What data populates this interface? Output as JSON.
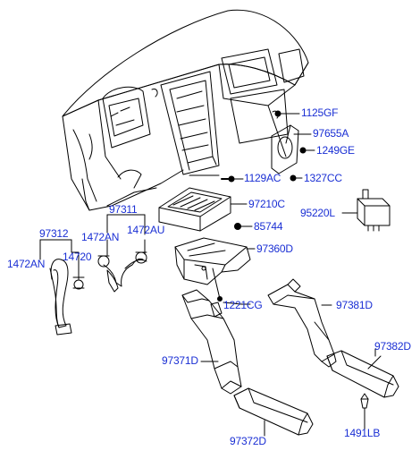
{
  "diagram": {
    "label_color": "#1a2fd4",
    "line_color": "#000000",
    "labels": {
      "p1125GF": "1125GF",
      "p97655A": "97655A",
      "p1249GE": "1249GE",
      "p1129AC": "1129AC",
      "p1327CC": "1327CC",
      "p97210C": "97210C",
      "p95220L": "95220L",
      "p97311": "97311",
      "p97312": "97312",
      "p1472AN_a": "1472AN",
      "p1472AU": "1472AU",
      "p85744": "85744",
      "p1472AN_b": "1472AN",
      "p14720": "14720",
      "p97360D": "97360D",
      "p1221CG": "1221CG",
      "p97381D": "97381D",
      "p97371D": "97371D",
      "p97382D": "97382D",
      "p1491LB": "1491LB",
      "p97372D": "97372D"
    }
  }
}
